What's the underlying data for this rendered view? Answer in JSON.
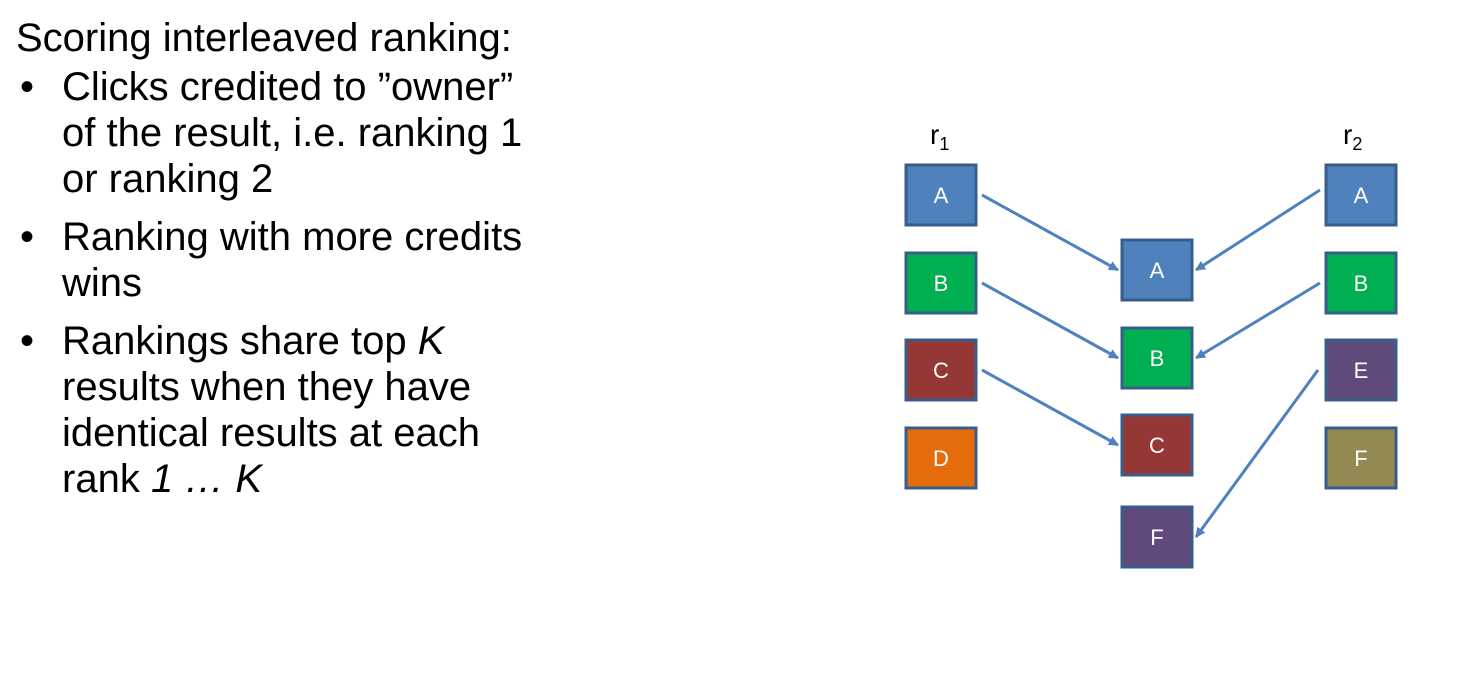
{
  "title": "Scoring interleaved ranking:",
  "bullets": [
    {
      "lines": [
        "Clicks credited to ”owner”",
        "of the result, i.e. ranking 1",
        "or ranking 2"
      ]
    },
    {
      "lines": [
        "Ranking with more credits",
        "wins"
      ]
    },
    {
      "lines": [
        "Rankings share top K",
        "results when they have",
        "identical results at each",
        "rank 1 … K"
      ]
    }
  ],
  "bullet_symbol": "•",
  "diagram": {
    "col_left_label": {
      "base": "r",
      "sub": "1"
    },
    "col_right_label": {
      "base": "r",
      "sub": "2"
    },
    "ranking_1": [
      "A",
      "B",
      "C",
      "D"
    ],
    "ranking_2": [
      "A",
      "B",
      "E",
      "F"
    ],
    "interleaved": [
      "A",
      "B",
      "C",
      "F"
    ],
    "colors": {
      "A": "#4f81bd",
      "B": "#00b050",
      "C": "#953735",
      "D": "#e46c0a",
      "E": "#604a7b",
      "F": "#938953",
      "F_interleaved": "#604a7b",
      "arrow": "#4f81bd",
      "box_text": "#ffffff"
    }
  }
}
